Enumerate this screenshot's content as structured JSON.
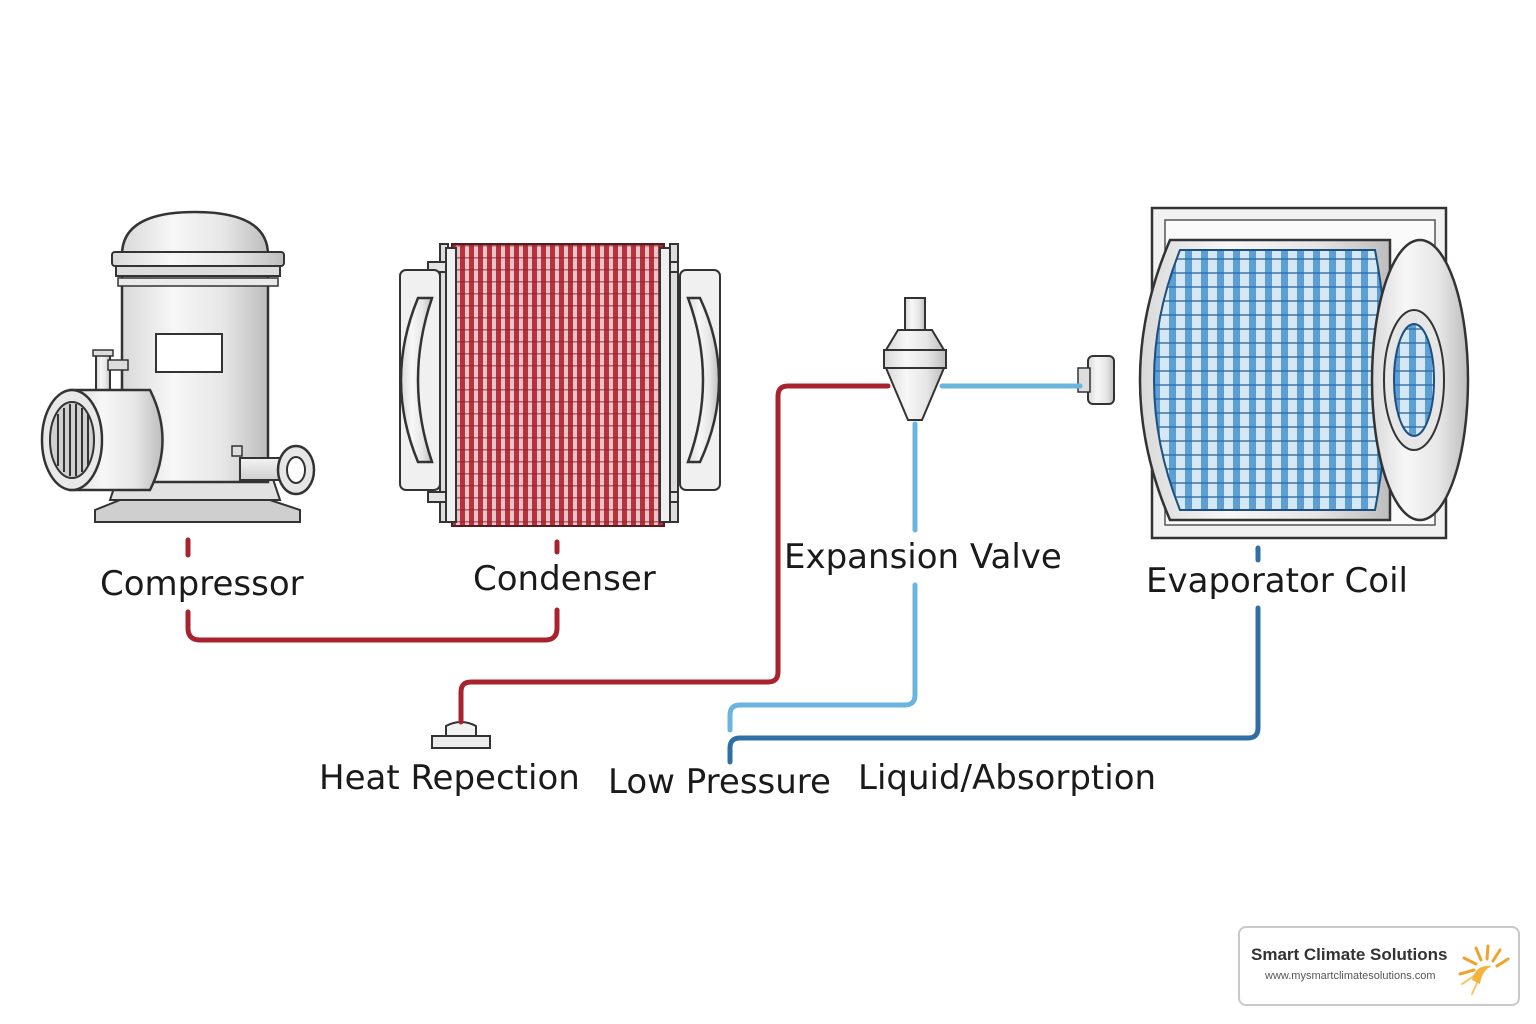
{
  "labels": {
    "compressor": "Compressor",
    "condenser": "Condenser",
    "expansion_valve": "Expansion Valve",
    "evaporator_coil": "Evaporator Coil",
    "heat_rejection": "Heat Repection",
    "low_pressure": "Low Pressure",
    "liquid_absorption": "Liquid/Absorption"
  },
  "logo": {
    "title": "Smart Climate Solutions",
    "url": "www.mysmartclimatesolutions.com"
  },
  "icons": [
    "compressor-icon",
    "condenser-icon",
    "expansion-valve-icon",
    "evaporator-coil-icon",
    "heat-sink-icon",
    "sun-icon"
  ],
  "colors": {
    "hot_line": "#a8232e",
    "cold_line_light": "#6ab4de",
    "cold_line_dark": "#2f6fa6",
    "condenser_coil": "#b8323e",
    "evaporator_coil": "#5b9fd6",
    "text": "#1a1a1a"
  }
}
